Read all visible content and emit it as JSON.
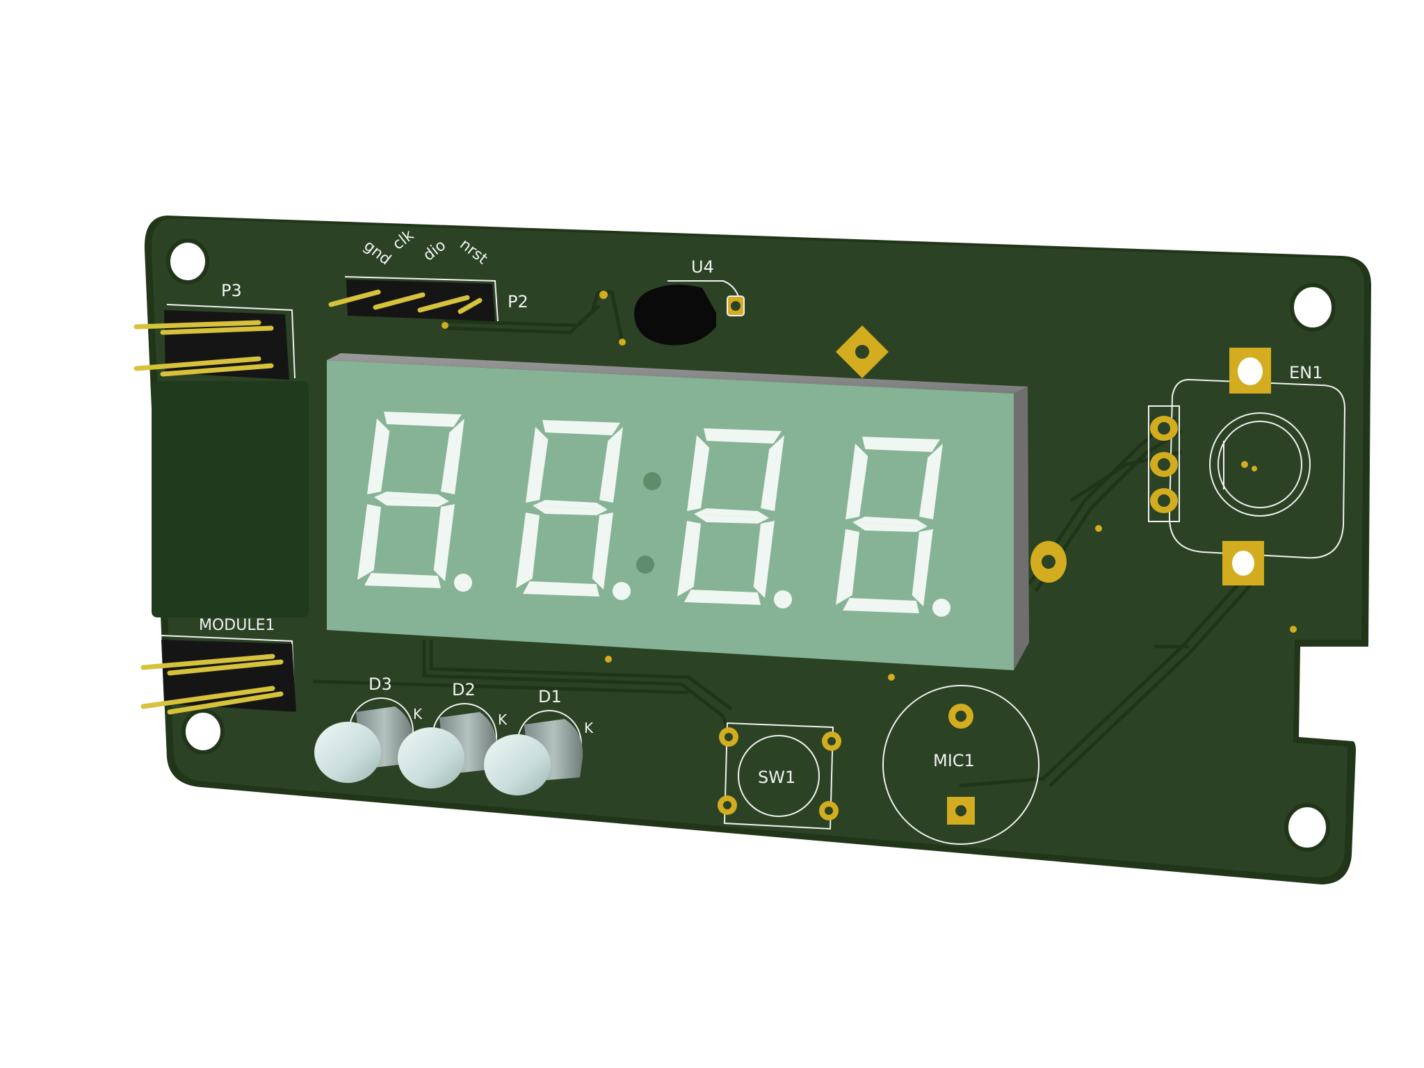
{
  "labels": {
    "p3": "P3",
    "p2": "P2",
    "u4": "U4",
    "en1": "EN1",
    "module1": "MODULE1",
    "d3": "D3",
    "d2": "D2",
    "d1": "D1",
    "k3": "K",
    "k2": "K",
    "k1": "K",
    "sw1": "SW1",
    "mic1": "MIC1",
    "pin_gnd": "gnd",
    "pin_clk": "clk",
    "pin_dio": "dio",
    "pin_nrst": "nrst"
  },
  "colors": {
    "background": "#ffffff",
    "board": "#2b4324",
    "board_edge": "#213519",
    "trace": "#1f3418",
    "silkscreen": "#f2f2f2",
    "pad_gold": "#d3ad1f",
    "pin_gold": "#d7c23b",
    "header_body": "#151515",
    "display_face": "#86b395",
    "display_side": "#6f6f6f",
    "segment": "#f0f6f1",
    "led_cap": "#cfe1df",
    "led_body": "#8e9c98",
    "transistor_body": "#0a0a0a"
  },
  "icons": {
    "display": "seven-segment-display-icon",
    "led": "led-icon",
    "switch": "tactile-switch-icon",
    "microphone": "microphone-icon",
    "encoder": "rotary-encoder-icon",
    "transistor": "to92-transistor-icon"
  }
}
